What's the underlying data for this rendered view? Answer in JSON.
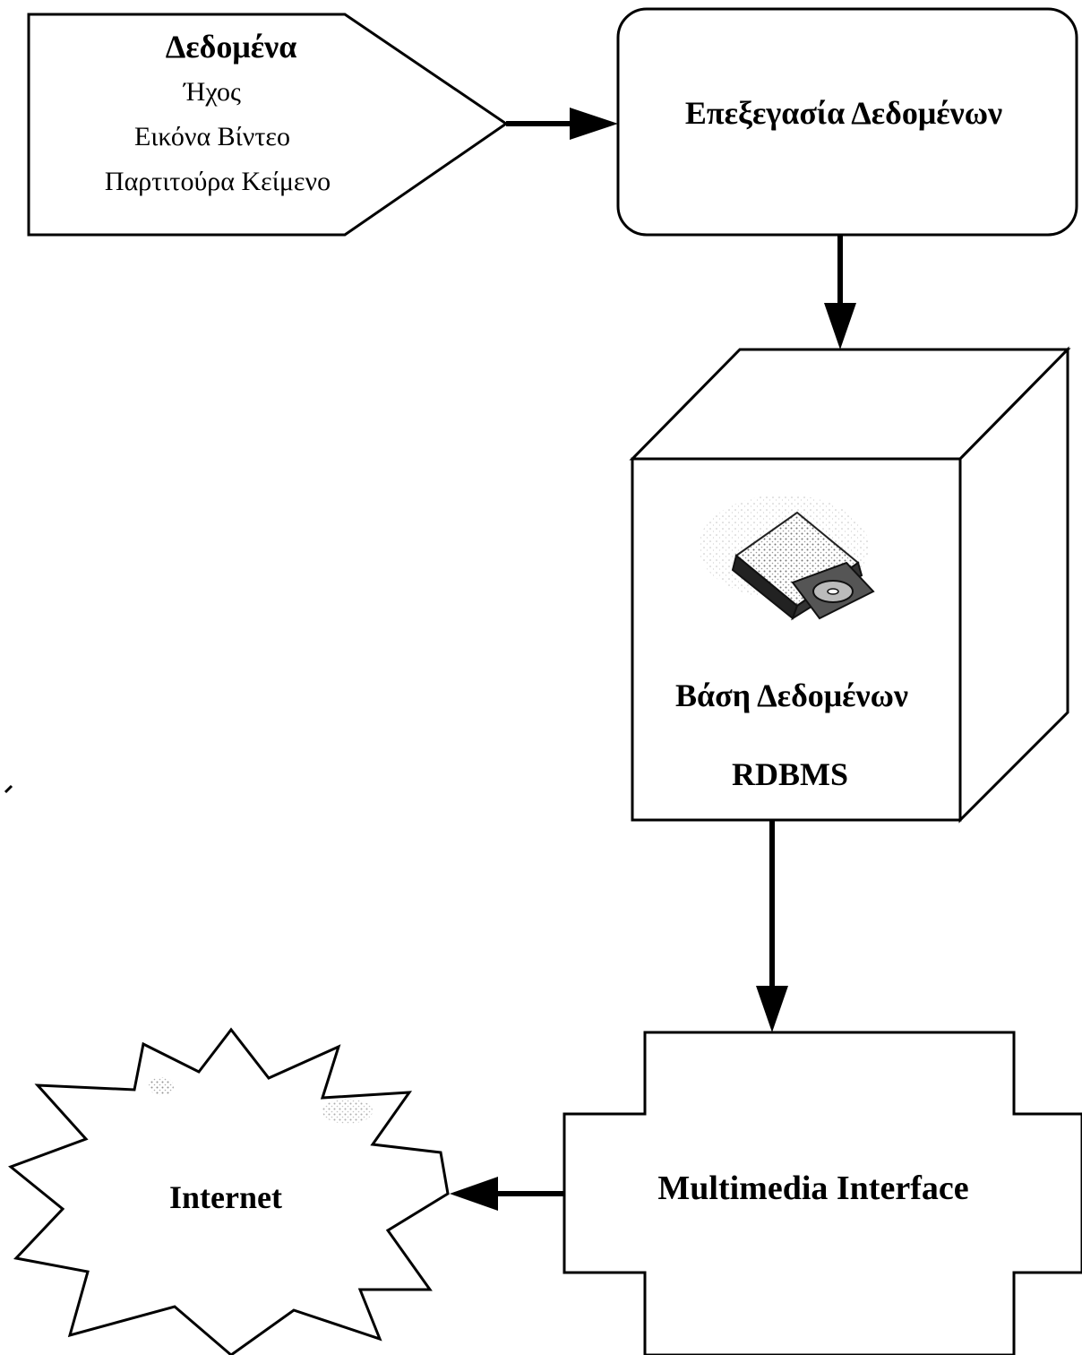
{
  "input_node": {
    "title": "Δεδομένα",
    "line1": "Ήχος",
    "line2": "Εικόνα Βίντεο",
    "line3": "Παρτιτούρα Κείμενο"
  },
  "processing_node": {
    "label": "Επεξεγασία Δεδομένων"
  },
  "database_node": {
    "label": "Βάση Δεδομένων",
    "sublabel": "RDBMS"
  },
  "interface_node": {
    "label": "Multimedia Interface"
  },
  "internet_node": {
    "label": "Internet"
  },
  "icons": {
    "database_icon": "cd-drive-icon"
  }
}
